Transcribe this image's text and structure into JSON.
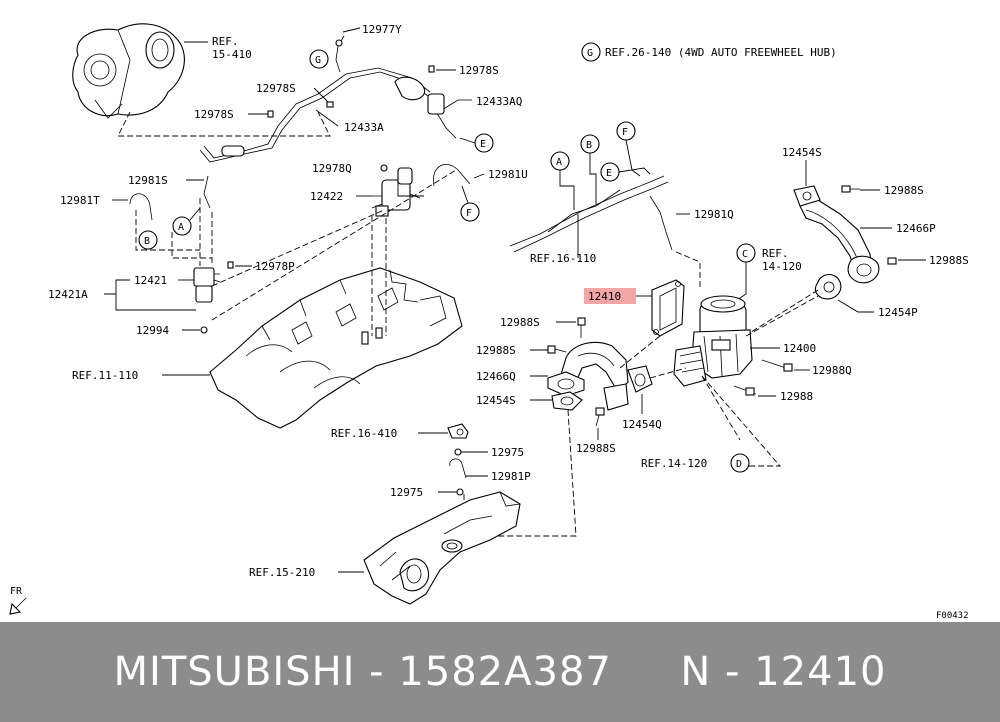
{
  "diagram": {
    "figure_code": "F00432",
    "fr_label": "FR",
    "note": {
      "letter": "G",
      "text": "REF.26-140 (4WD AUTO FREEWHEEL HUB)"
    },
    "highlight_color": "#f4a6a6",
    "labels": {
      "ref_15_410_a": "REF.",
      "ref_15_410_b": "15-410",
      "p12977Y": "12977Y",
      "p12978S_a": "12978S",
      "p12978S_b": "12978S",
      "p12978S_c": "12978S",
      "p12433AQ": "12433AQ",
      "p12433A": "12433A",
      "p12978Q": "12978Q",
      "p12981U": "12981U",
      "p12422": "12422",
      "p12981S": "12981S",
      "p12981T": "12981T",
      "p12421": "12421",
      "p12978P": "12978P",
      "p12421A": "12421A",
      "p12994": "12994",
      "ref_11_110": "REF.11-110",
      "p12454S_top": "12454S",
      "p12988S_right": "12988S",
      "p12466P": "12466P",
      "p12988S_right2": "12988S",
      "p12454P": "12454P",
      "p12981Q": "12981Q",
      "ref_16_110": "REF.16-110",
      "ref_14_120_a": "REF.",
      "ref_14_120_b": "14-120",
      "p12410": "12410",
      "p12988S_l1": "12988S",
      "p12988S_l2": "12988S",
      "p12466Q": "12466Q",
      "p12454S_l": "12454S",
      "p12400": "12400",
      "p12988Q": "12988Q",
      "p12988": "12988",
      "p12454Q": "12454Q",
      "p12988S_low": "12988S",
      "ref_14_120_low": "REF.14-120",
      "ref_16_410": "REF.16-410",
      "p12975_a": "12975",
      "p12981P": "12981P",
      "p12975_b": "12975",
      "ref_15_210": "REF.15-210"
    },
    "callouts": {
      "G": "G",
      "E1": "E",
      "F1": "F",
      "B1": "B",
      "A1": "A",
      "A2": "A",
      "B2": "B",
      "F2": "F",
      "E2": "E",
      "C": "C",
      "D": "D"
    }
  },
  "footer": {
    "brand": "MITSUBISHI",
    "sep1": " - ",
    "part_number": "1582A387",
    "gap": "     ",
    "ref_prefix": "N",
    "sep2": " - ",
    "ref_number": "12410"
  }
}
